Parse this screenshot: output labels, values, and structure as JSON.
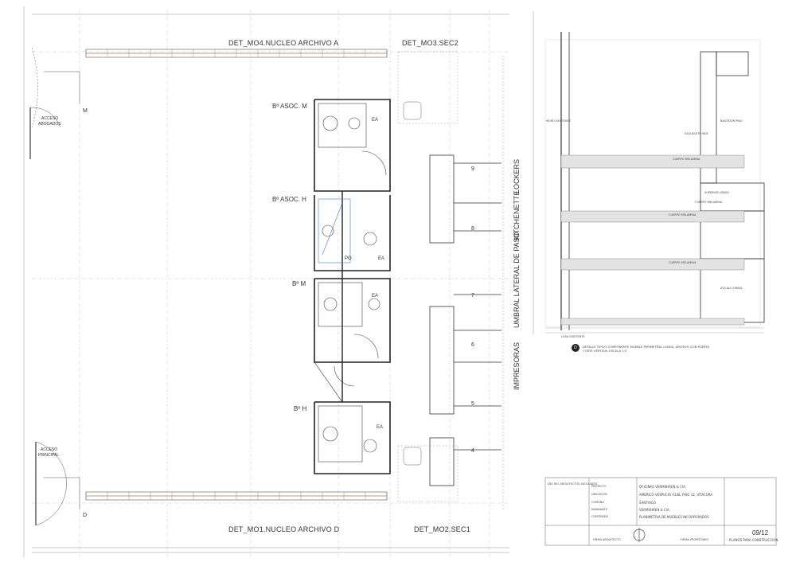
{
  "plan": {
    "title_top_left": "DET_MO4.NUCLEO ARCHIVO A",
    "title_top_right": "DET_MO3.SEC2",
    "title_bottom_left": "DET_MO1.NUCLEO ARCHIVO D",
    "title_bottom_right": "DET_MO2.SEC1",
    "rooms": [
      "Bº ASOC. M",
      "Bº ASOC. H",
      "Bº M",
      "Bº H"
    ],
    "vertical_labels": [
      "LOCKERS",
      "KITCHENETTE",
      "UMBRAL LATERAL DE PASO",
      "IMPRESORAS"
    ],
    "access_top": [
      "ACCESO",
      "ABOGADOS"
    ],
    "access_bottom": [
      "ACCESO",
      "PRINCIPAL"
    ],
    "fixture_tags": [
      "EA",
      "EA",
      "PO",
      "EA",
      "EA"
    ],
    "locker_numbers": [
      "9",
      "8",
      "7",
      "6",
      "5",
      "4"
    ],
    "marker_m": "M",
    "marker_d": "D"
  },
  "detail": {
    "title": "DETALLE TIPICO COMPONENTE MUEBLE PERIMETRAL LENGA, ARCHIVO CON PUERTA",
    "subtitle": "CORTE VERTICAL ESCALA 1:5",
    "number": "D",
    "labels": [
      "CUERPO MELAMINA",
      "CUERPO MELAMINA",
      "CUERPO MELAMINA",
      "CUERPO MELAMINA",
      "ESQUELETO MDF",
      "SUPERIOR LENGA",
      "BASTIDOR PINO",
      "ZOCALO LENGA",
      "LOSA EXISTENTE",
      "MURO EXISTENTE"
    ]
  },
  "title_block": {
    "architect": "DEL RIO ARQUITECTOS ASOCIADOS",
    "fields": [
      {
        "key": "PROYECTO",
        "value": "OFICINAS VERMEHREN & CIA."
      },
      {
        "key": "UBICACION",
        "value": "AMERICO VESPUCIO 4148, PISO 12, VITACURA"
      },
      {
        "key": "COMUNA",
        "value": "SANTIAGO"
      },
      {
        "key": "MANDANTE",
        "value": "VERMEHREN & CIA."
      },
      {
        "key": "CONTENIDO",
        "value": "PLANIMETRIA DE MUEBLES INCORPORADOS"
      }
    ],
    "sheet": "09/12",
    "sheet_caption": "PLANOS PARA CONSTRUCCION",
    "bottom_left": "FIRMA ARQUITECTO",
    "bottom_mid": "FIRMA PROPIETARIO"
  }
}
